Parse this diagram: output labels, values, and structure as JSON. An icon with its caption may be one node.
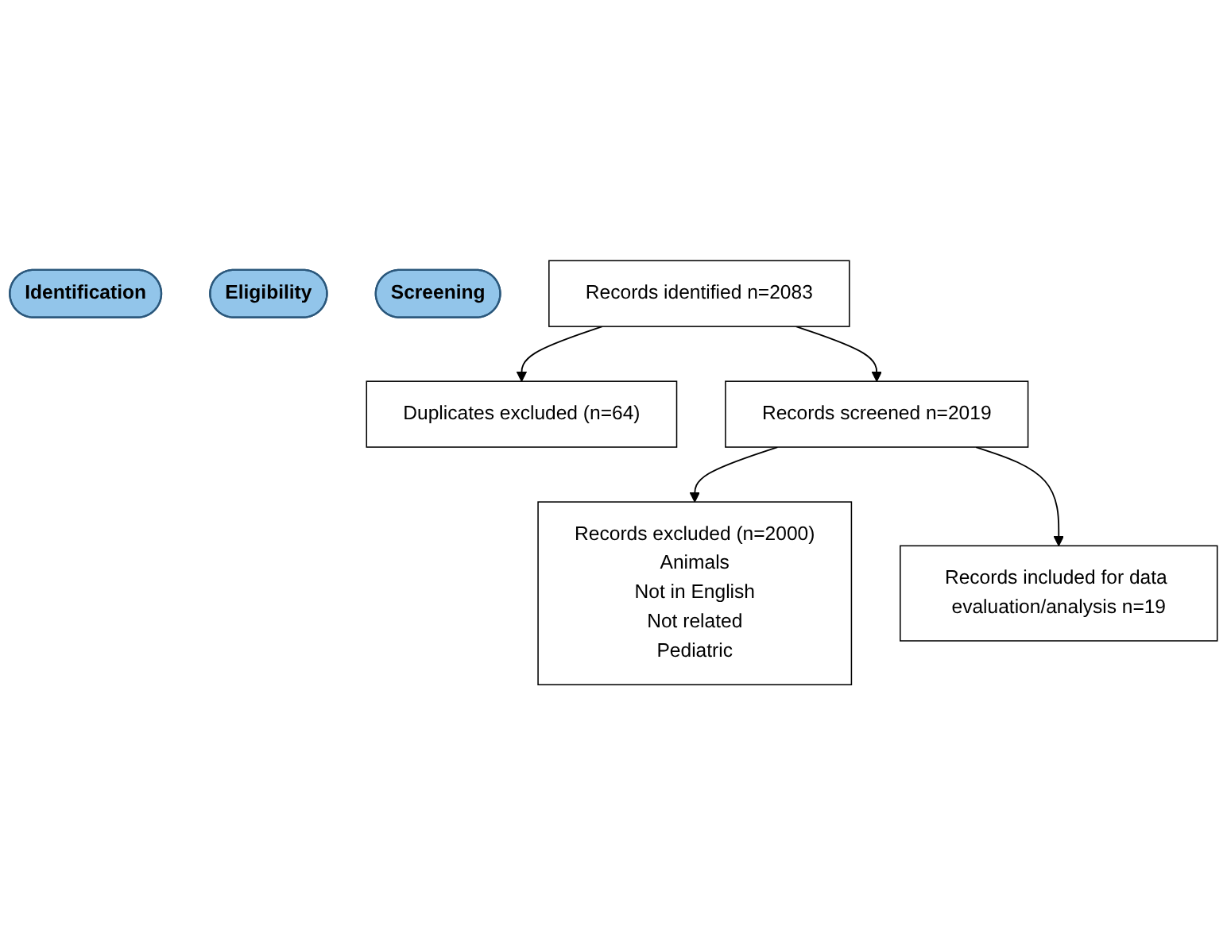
{
  "diagram": {
    "nodes": [
      {
        "text": [
          "Identification"
        ]
      },
      {
        "text": [
          "Eligibility"
        ]
      },
      {
        "text": [
          "Screening"
        ]
      },
      {
        "text": [
          "Records identified n=2083"
        ]
      },
      {
        "text": [
          "Duplicates excluded (n=64)"
        ]
      },
      {
        "text": [
          "Records screened n=2019"
        ]
      },
      {
        "text": [
          "Records excluded (n=2000)",
          "Animals",
          "Not in English",
          "Not related",
          "Pediatric"
        ]
      },
      {
        "text": [
          "Records included for data evaluation/analysis n=19"
        ]
      }
    ],
    "edges": [
      {
        "from": 3,
        "to": 4,
        "arrow": "to"
      },
      {
        "from": 3,
        "to": 5,
        "arrow": "to"
      },
      {
        "from": 5,
        "to": 6,
        "arrow": "to"
      },
      {
        "from": 5,
        "to": 7,
        "arrow": "to"
      }
    ]
  }
}
